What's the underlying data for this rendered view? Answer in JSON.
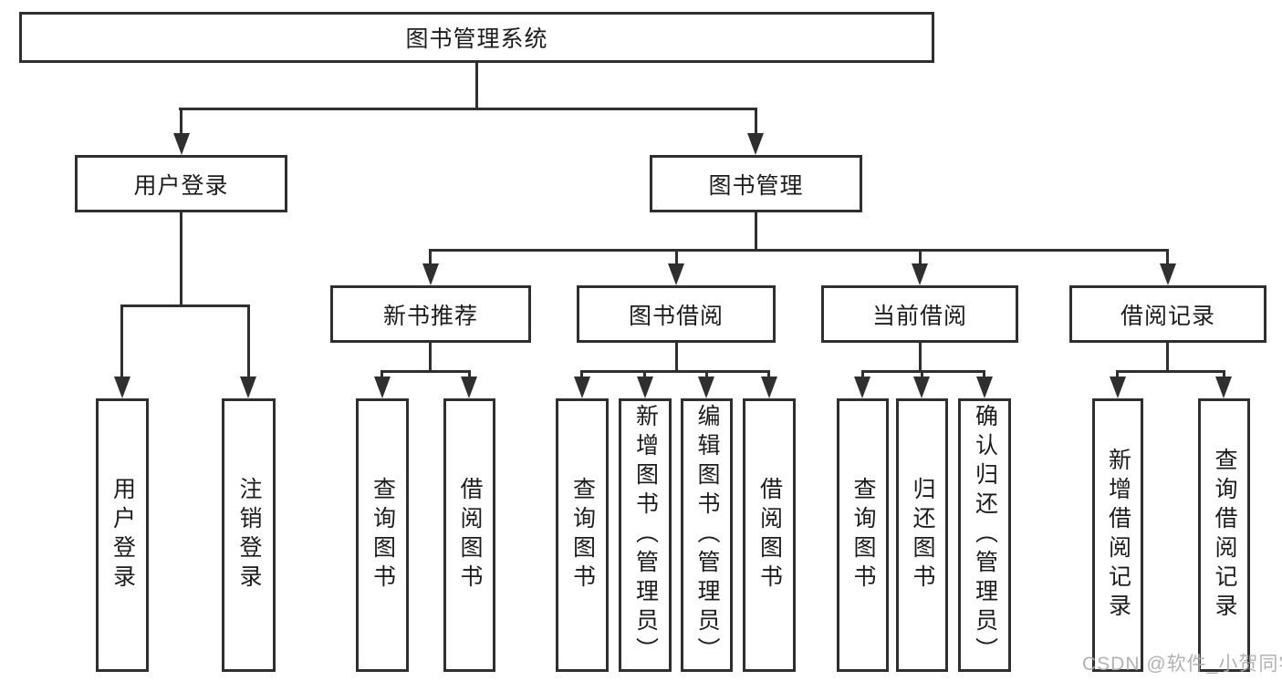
{
  "tree": {
    "label": "图书管理系统",
    "children": [
      {
        "label": "用户登录",
        "children": [
          {
            "label": "用户登录"
          },
          {
            "label": "注销登录"
          }
        ]
      },
      {
        "label": "图书管理",
        "children": [
          {
            "label": "新书推荐",
            "children": [
              {
                "label": "查询图书"
              },
              {
                "label": "借阅图书"
              }
            ]
          },
          {
            "label": "图书借阅",
            "children": [
              {
                "label": "查询图书"
              },
              {
                "label": "新增图书（管理员）"
              },
              {
                "label": "编辑图书（管理员）"
              },
              {
                "label": "借阅图书"
              }
            ]
          },
          {
            "label": "当前借阅",
            "children": [
              {
                "label": "查询图书"
              },
              {
                "label": "归还图书"
              },
              {
                "label": "确认归还（管理员）"
              }
            ]
          },
          {
            "label": "借阅记录",
            "children": [
              {
                "label": "新增借阅记录"
              },
              {
                "label": "查询借阅记录"
              }
            ]
          }
        ]
      }
    ]
  },
  "watermark": {
    "text": "CSDN @软件_小贺同学"
  },
  "colors": {
    "line": "#2f2f2f",
    "text": "#1c1c1c",
    "watermark": "#ababab",
    "background": "#ffffff"
  }
}
